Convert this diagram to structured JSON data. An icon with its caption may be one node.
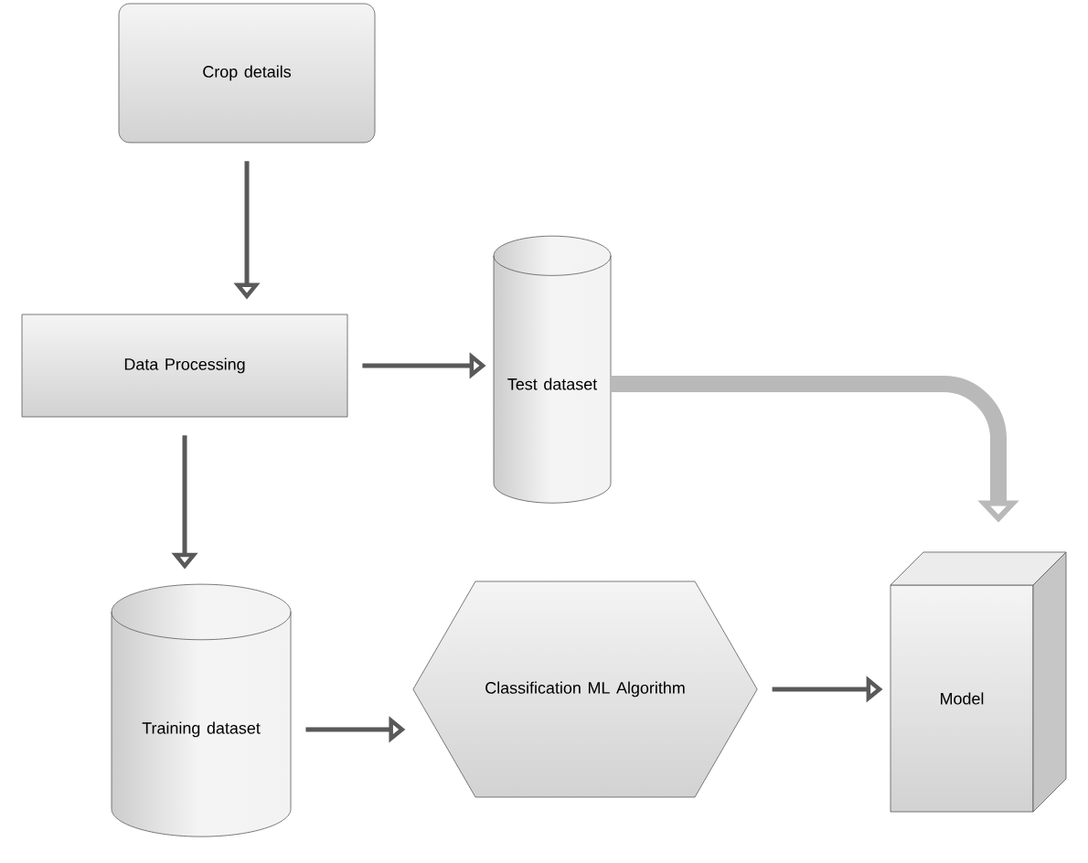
{
  "diagram": {
    "nodes": [
      {
        "text": [
          "Crop details"
        ]
      },
      {
        "text": [
          "Data Processing"
        ]
      },
      {
        "text": [
          "Test dataset"
        ]
      },
      {
        "text": [
          "Training dataset"
        ]
      },
      {
        "text": [
          "Classification ML Algorithm"
        ]
      },
      {
        "text": [
          "Model"
        ]
      }
    ],
    "edges": [
      {
        "from": 0,
        "to": 1,
        "arrow": "to"
      },
      {
        "from": 1,
        "to": 2,
        "arrow": "to"
      },
      {
        "from": 1,
        "to": 3,
        "arrow": "to"
      },
      {
        "from": 2,
        "to": 5,
        "arrow": "to",
        "style": "thick",
        "color": "#b9b9b9"
      },
      {
        "from": 3,
        "to": 4,
        "arrow": "to"
      },
      {
        "from": 4,
        "to": 5,
        "arrow": "to"
      }
    ]
  }
}
